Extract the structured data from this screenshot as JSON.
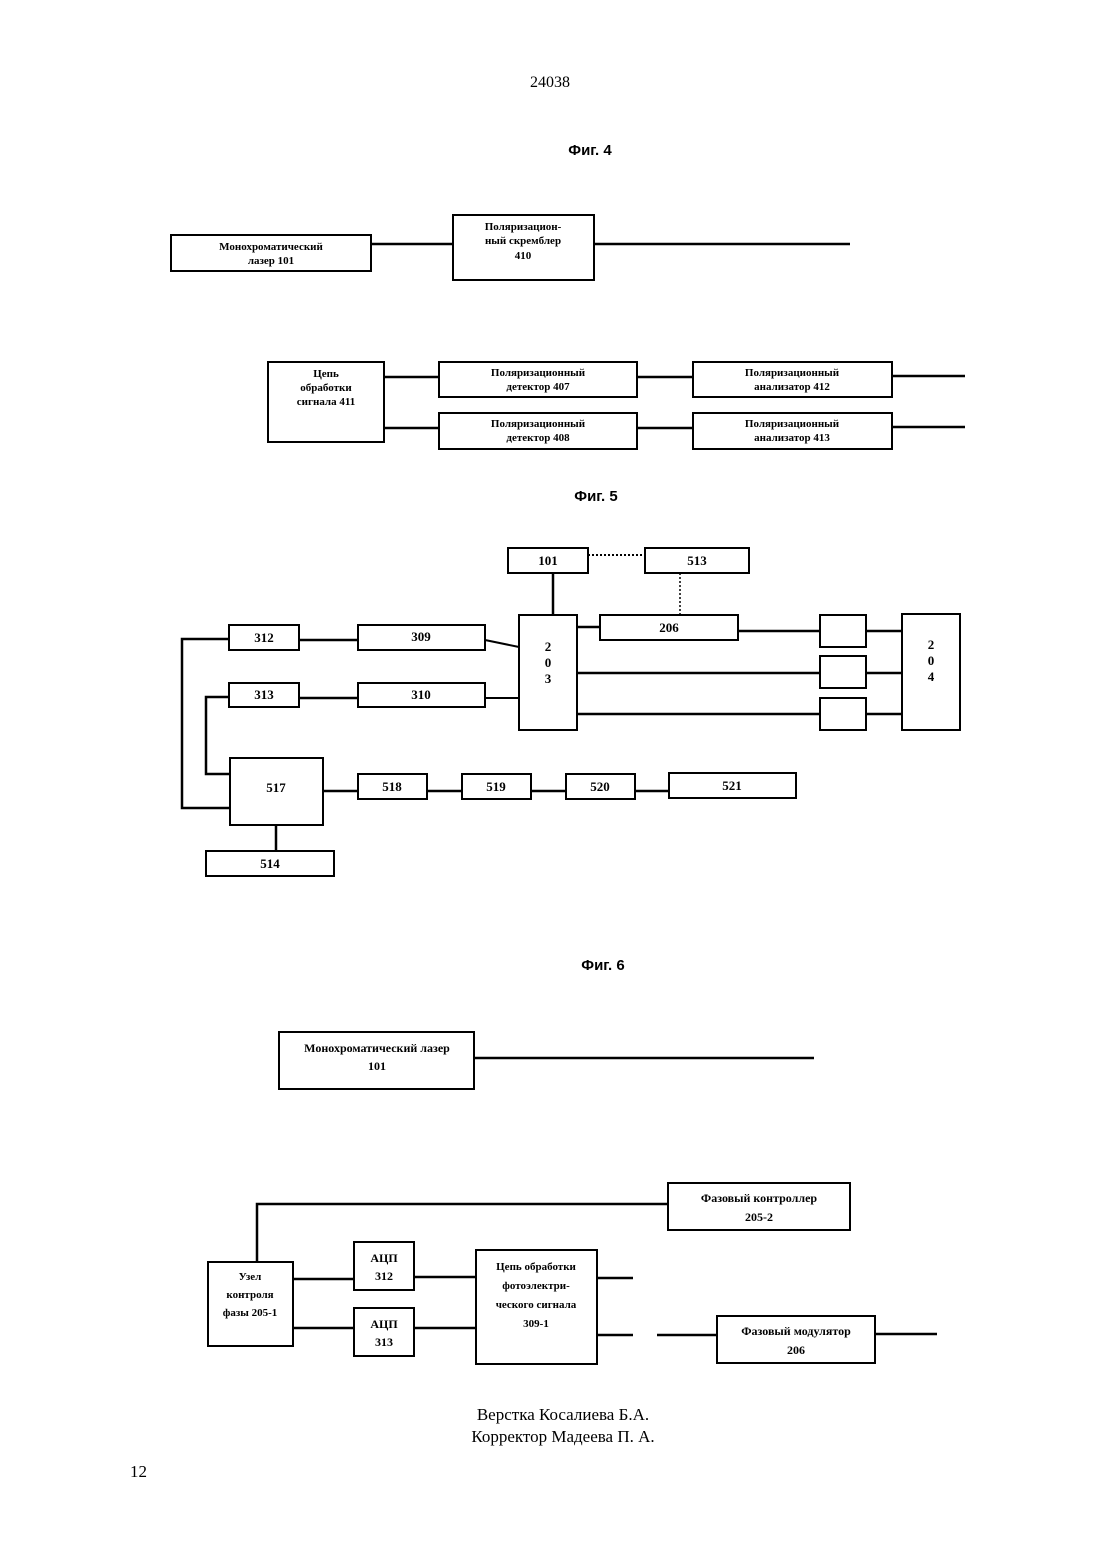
{
  "header": {
    "doc_number": "24038"
  },
  "fig4": {
    "title": "Фиг. 4",
    "laser": [
      "Монохроматический",
      "лазер 101"
    ],
    "scrambler": [
      "Поляризацион-",
      "ный скремблер",
      "410"
    ],
    "signal_circuit": [
      "Цепь",
      "обработки",
      "сигнала 411"
    ],
    "detector_407": [
      "Поляризационный",
      "детектор 407"
    ],
    "detector_408": [
      "Поляризационный",
      "детектор 408"
    ],
    "analyzer_412": [
      "Поляризационный",
      "анализатор 412"
    ],
    "analyzer_413": [
      "Поляризационный",
      "анализатор 413"
    ]
  },
  "fig5": {
    "title": "Фиг. 5",
    "b101": "101",
    "b513": "513",
    "b206": "206",
    "b203": [
      "2",
      "0",
      "3"
    ],
    "b204": [
      "2",
      "0",
      "4"
    ],
    "b312": "312",
    "b309": "309",
    "b313": "313",
    "b310": "310",
    "b517": "517",
    "b518": "518",
    "b519": "519",
    "b520": "520",
    "b521": "521",
    "b514": "514"
  },
  "fig6": {
    "title": "Фиг. 6",
    "laser": [
      "Монохроматический лазер",
      "101"
    ],
    "phase_controller": [
      "Фазовый контроллер",
      "205-2"
    ],
    "phase_node": [
      "Узел",
      "контроля",
      "фазы 205-1"
    ],
    "adc312": [
      "АЦП",
      "312"
    ],
    "adc313": [
      "АЦП",
      "313"
    ],
    "photo_circuit": [
      "Цепь обработки",
      "фотоэлектри-",
      "ческого сигнала",
      "309-1"
    ],
    "phase_modulator": [
      "Фазовый модулятор",
      "206"
    ]
  },
  "footer": {
    "layout": "Верстка Косалиева Б.А.",
    "corrector": "Корректор Мадеева П. А.",
    "page": "12"
  }
}
